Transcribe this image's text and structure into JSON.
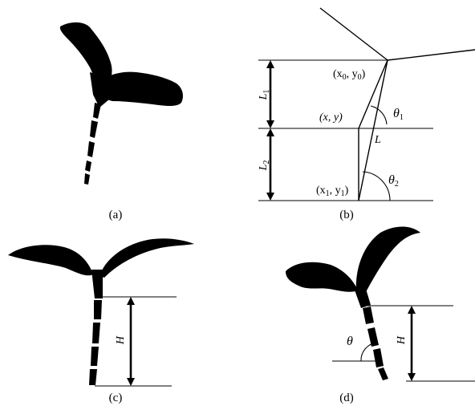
{
  "panels": {
    "a": {
      "caption": "(a)"
    },
    "b": {
      "caption": "(b)",
      "labels": {
        "top_point": {
          "base": "(x",
          "sub": "0",
          "mid": ", y",
          "sub2": "0",
          "end": ")"
        },
        "mid_point": "(x, y)",
        "bottom_point": {
          "base": "(x",
          "sub": "1",
          "mid": ", y",
          "sub2": "1",
          "end": ")"
        },
        "L1": {
          "base": "L",
          "sub": "1"
        },
        "L2": {
          "base": "L",
          "sub": "2"
        },
        "L": "L",
        "theta1": {
          "base": "θ",
          "sub": "1"
        },
        "theta2": {
          "base": "θ",
          "sub": "2"
        }
      }
    },
    "c": {
      "caption": "(c)",
      "H": "H"
    },
    "d": {
      "caption": "(d)",
      "H": "H",
      "theta": "θ"
    }
  }
}
